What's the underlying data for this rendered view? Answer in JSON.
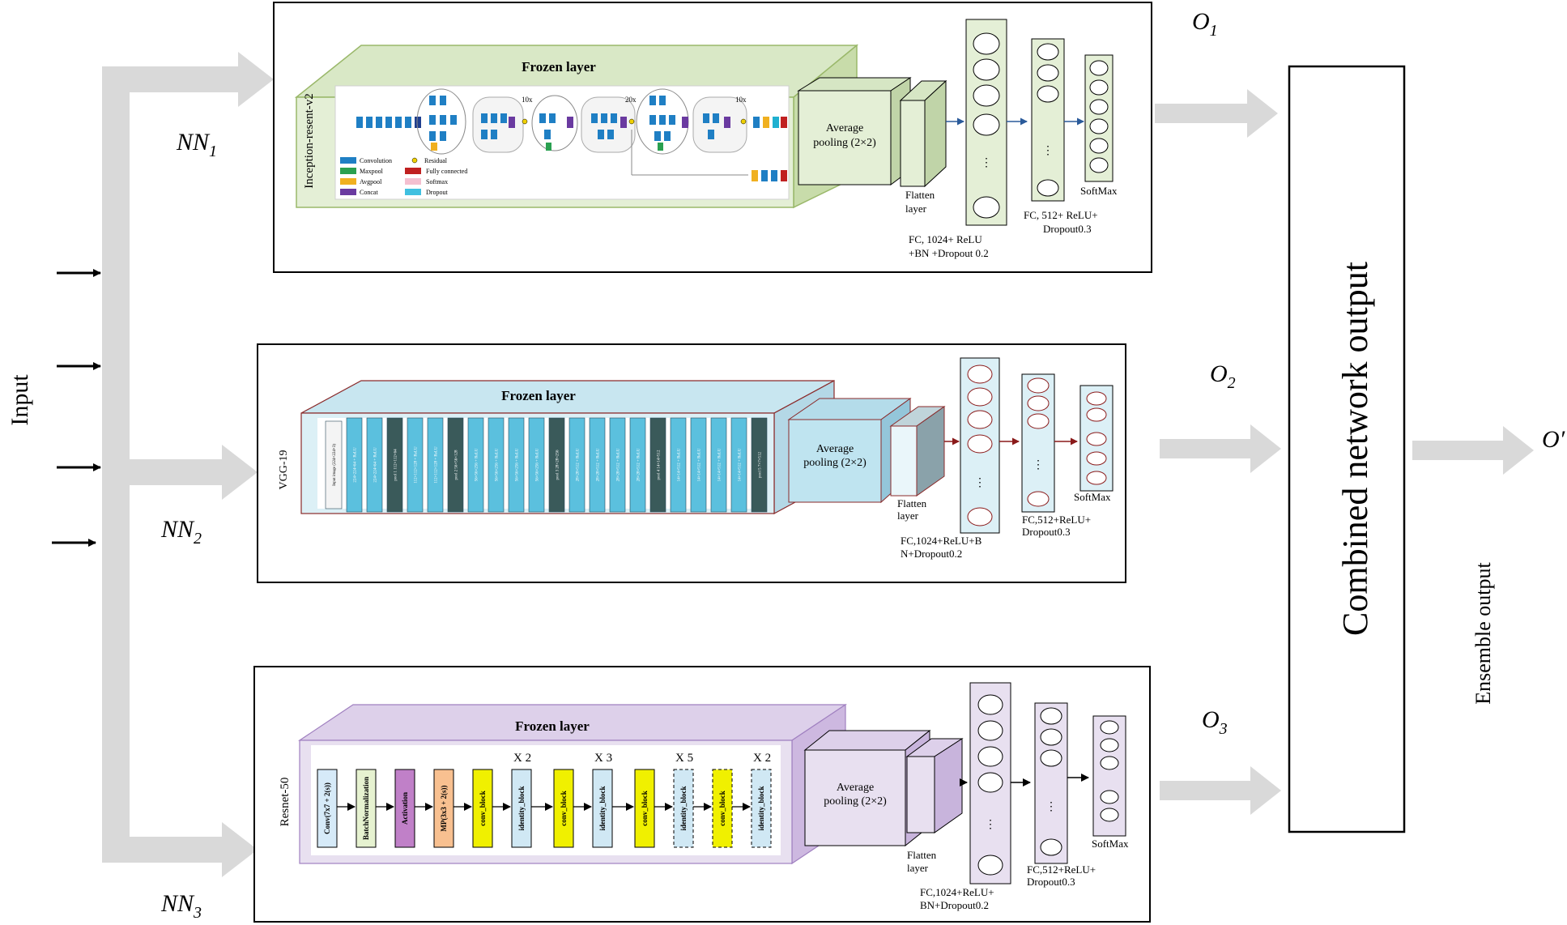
{
  "input_label": "Input",
  "combined_label": "Combined network output",
  "ensemble_label": "Ensemble output",
  "final_output": "O′",
  "networks": [
    {
      "nn_label": "NN",
      "nn_sub": "1",
      "output_label": "O",
      "output_sub": "1",
      "backbone": "Inception-resent-v2",
      "frozen": "Frozen layer",
      "pool_l1": "Average",
      "pool_l2": "pooling (2×2)",
      "flatten_l1": "Flatten",
      "flatten_l2": "layer",
      "fc1_l1": "FC,   1024+   ReLU",
      "fc1_l2": "+BN +Dropout 0.2",
      "fc2_l1": "FC, 512+ ReLU+",
      "fc2_l2": "Dropout0.3",
      "softmax": "SoftMax",
      "legend": [
        "Convolution",
        "Maxpool",
        "Avgpool",
        "Concat",
        "Residual",
        "Fully connected",
        "Softmax",
        "Dropout"
      ],
      "repeat_marks": [
        "10x",
        "20x",
        "10x"
      ]
    },
    {
      "nn_label": "NN",
      "nn_sub": "2",
      "output_label": "O",
      "output_sub": "2",
      "backbone": "VGG-19",
      "frozen": "Frozen layer",
      "pool_l1": "Average",
      "pool_l2": "pooling (2×2)",
      "flatten_l1": "Flatten",
      "flatten_l2": "layer",
      "fc1_l1": "FC,1024+ReLU+B",
      "fc1_l2": "N+Dropout0.2",
      "fc2_l1": "FC,512+ReLU+",
      "fc2_l2": "Dropout0.3",
      "softmax": "SoftMax",
      "vgg_layers": [
        "Input image (224×224×3)",
        "224×224×64 + ReLU",
        "224×224×64 + ReLU",
        "pool 1 112×112×64",
        "112×112×128 + ReLU",
        "112×112×128 + ReLU",
        "pool 2 56×56×128",
        "56×56×256 + ReLU",
        "56×56×256 + ReLU",
        "56×56×256 + ReLU",
        "56×56×256 + ReLU",
        "pool 3 28×28×256",
        "28×28×512 + ReLU",
        "28×28×512 + ReLU",
        "28×28×512 + ReLU",
        "28×28×512 + ReLU",
        "pool 4 14×14×512",
        "14×14×512 + ReLU",
        "14×14×512 + ReLU",
        "14×14×512 + ReLU",
        "14×14×512 + ReLU",
        "pool 5 7×7×512"
      ]
    },
    {
      "nn_label": "NN",
      "nn_sub": "3",
      "output_label": "O",
      "output_sub": "3",
      "backbone": "Resnet-50",
      "frozen": "Frozen layer",
      "pool_l1": "Average",
      "pool_l2": "pooling (2×2)",
      "flatten_l1": "Flatten",
      "flatten_l2": "layer",
      "fc1_l1": "FC,1024+ReLU+",
      "fc1_l2": "BN+Dropout0.2",
      "fc2_l1": "FC,512+ReLU+",
      "fc2_l2": "Dropout0.3",
      "softmax": "SoftMax",
      "resnet_blocks": [
        "Conv(7x7 + 2(s))",
        "BatchNormalization",
        "Activation",
        "MP(3x3 + 2(s))",
        "conv_block",
        "identity_block",
        "conv_block",
        "identity_block",
        "conv_block",
        "identity_block",
        "conv_block",
        "identity_block"
      ],
      "repeats": [
        "X 2",
        "X 3",
        "X 5",
        "X 2"
      ]
    }
  ],
  "colors": {
    "arrow_gray": "#d9d9d9",
    "inception_face": "#e4efd6",
    "vgg_face": "#dcf0f6",
    "resnet_face": "#e8e0f0",
    "vgg_layer": "#5bc0de",
    "vgg_pool": "#3a5a5a",
    "inception_blue": "#1f7fc4"
  }
}
